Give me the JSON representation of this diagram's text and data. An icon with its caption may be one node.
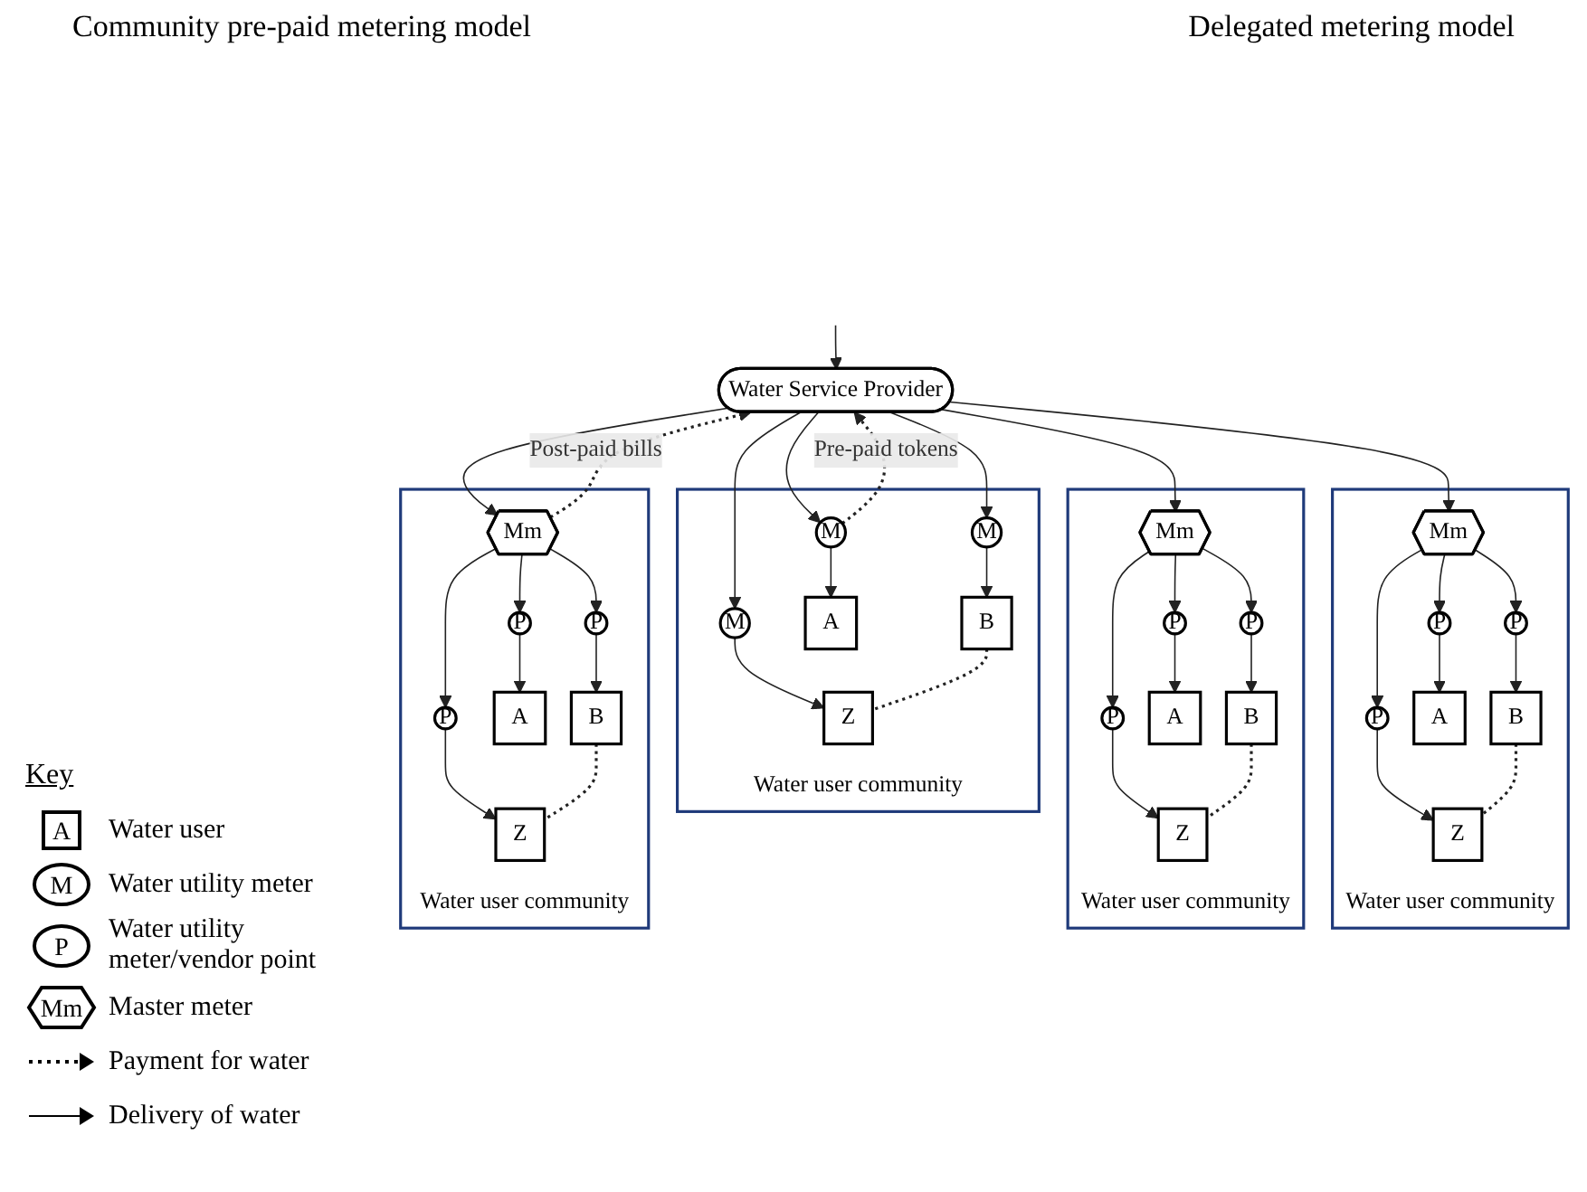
{
  "diagram": {
    "nodes": [
      {
        "text": [
          "Water Service Provider"
        ]
      },
      {
        "text": [
          "Water user community"
        ]
      },
      {
        "text": [
          "M"
        ],
        "in": 1
      },
      {
        "text": [
          "M"
        ],
        "in": 1
      },
      {
        "text": [
          "M"
        ],
        "in": 1
      },
      {
        "text": [
          "A"
        ],
        "in": 1
      },
      {
        "text": [
          "B"
        ],
        "in": 1
      },
      {
        "text": [
          "Z"
        ],
        "in": 1
      },
      {
        "text": [
          "Water user community"
        ]
      },
      {
        "text": [
          "Mm"
        ],
        "in": 8
      },
      {
        "text": [
          "P"
        ],
        "in": 8
      },
      {
        "text": [
          "P"
        ],
        "in": 8
      },
      {
        "text": [
          "P"
        ],
        "in": 8
      },
      {
        "text": [
          "A"
        ],
        "in": 8
      },
      {
        "text": [
          "B"
        ],
        "in": 8
      },
      {
        "text": [
          "Z"
        ],
        "in": 8
      },
      {
        "text": [
          "Water user community"
        ]
      },
      {
        "text": [
          "Mm"
        ],
        "in": 16
      },
      {
        "text": [
          "P"
        ],
        "in": 16
      },
      {
        "text": [
          "P"
        ],
        "in": 16
      },
      {
        "text": [
          "P"
        ],
        "in": 16
      },
      {
        "text": [
          "A"
        ],
        "in": 16
      },
      {
        "text": [
          "B"
        ],
        "in": 16
      },
      {
        "text": [
          "Z"
        ],
        "in": 16
      },
      {
        "text": [
          "Water user community"
        ]
      },
      {
        "text": [
          "Mm"
        ],
        "in": 24
      },
      {
        "text": [
          "P"
        ],
        "in": 24
      },
      {
        "text": [
          "P"
        ],
        "in": 24
      },
      {
        "text": [
          "P"
        ],
        "in": 24
      },
      {
        "text": [
          "A"
        ],
        "in": 24
      },
      {
        "text": [
          "B"
        ],
        "in": 24
      },
      {
        "text": [
          "Z"
        ],
        "in": 24
      }
    ],
    "edges": [
      {
        "from": null,
        "to": 0,
        "arrow": "to"
      },
      {
        "from": 0,
        "to": 2,
        "arrow": "to"
      },
      {
        "from": 0,
        "to": 3,
        "arrow": "to"
      },
      {
        "from": 0,
        "to": 4,
        "arrow": "to"
      },
      {
        "from": 2,
        "to": 5,
        "arrow": "to"
      },
      {
        "from": 3,
        "to": 6,
        "arrow": "to"
      },
      {
        "from": 4,
        "to": 7,
        "arrow": "to"
      },
      {
        "from": 6,
        "to": 7,
        "arrow": "none",
        "style": "dashed"
      },
      {
        "from": 2,
        "to": 0,
        "arrow": "to",
        "style": "dashed",
        "label": "Pre-paid tokens"
      },
      {
        "from": 0,
        "to": 9,
        "arrow": "to"
      },
      {
        "from": 0,
        "to": 17,
        "arrow": "to"
      },
      {
        "from": 0,
        "to": 25,
        "arrow": "to"
      },
      {
        "from": 9,
        "to": 10,
        "arrow": "to"
      },
      {
        "from": 9,
        "to": 11,
        "arrow": "to"
      },
      {
        "from": 9,
        "to": 12,
        "arrow": "to"
      },
      {
        "from": 10,
        "to": 13,
        "arrow": "to"
      },
      {
        "from": 11,
        "to": 14,
        "arrow": "to"
      },
      {
        "from": 12,
        "to": 15,
        "arrow": "to"
      },
      {
        "from": 14,
        "to": 15,
        "arrow": "none",
        "style": "dashed"
      },
      {
        "from": 17,
        "to": 18,
        "arrow": "to"
      },
      {
        "from": 17,
        "to": 19,
        "arrow": "to"
      },
      {
        "from": 17,
        "to": 20,
        "arrow": "to"
      },
      {
        "from": 18,
        "to": 21,
        "arrow": "to"
      },
      {
        "from": 19,
        "to": 22,
        "arrow": "to"
      },
      {
        "from": 20,
        "to": 23,
        "arrow": "to"
      },
      {
        "from": 22,
        "to": 23,
        "arrow": "none",
        "style": "dashed"
      },
      {
        "from": 25,
        "to": 26,
        "arrow": "to"
      },
      {
        "from": 25,
        "to": 27,
        "arrow": "to"
      },
      {
        "from": 25,
        "to": 28,
        "arrow": "to"
      },
      {
        "from": 26,
        "to": 29,
        "arrow": "to"
      },
      {
        "from": 27,
        "to": 30,
        "arrow": "to"
      },
      {
        "from": 28,
        "to": 31,
        "arrow": "to"
      },
      {
        "from": 30,
        "to": 31,
        "arrow": "none",
        "style": "dashed"
      },
      {
        "from": 25,
        "to": 0,
        "arrow": "to",
        "style": "dashed",
        "label": "Post-paid bills"
      }
    ],
    "labels": [
      "Community pre-paid metering model",
      "Delegated metering model",
      "Key",
      "A",
      "M",
      "P",
      "Mm"
    ],
    "legend": [
      {
        "text": "Water user"
      },
      {
        "text": "Water utility meter"
      },
      {
        "text": "Water utility meter/vendor point"
      },
      {
        "text": "Master meter"
      },
      {
        "text": "Payment for water"
      },
      {
        "text": "Delivery of water"
      }
    ]
  }
}
